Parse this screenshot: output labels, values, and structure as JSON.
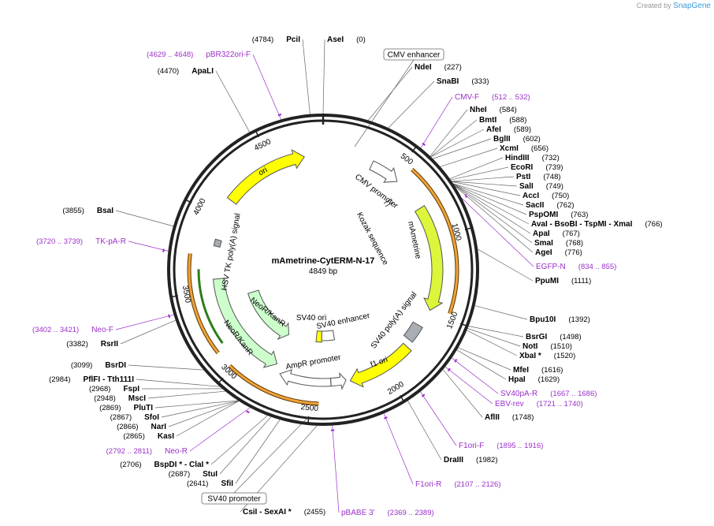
{
  "credit": {
    "prefix": "Created by",
    "brand": "SnapGene"
  },
  "plasmid": {
    "name": "mAmetrine-CytERM-N-17",
    "length_label": "4849 bp",
    "length": 4849
  },
  "ticks": [
    {
      "label": "500",
      "pos": 500
    },
    {
      "label": "1000",
      "pos": 1000
    },
    {
      "label": "1500",
      "pos": 1500
    },
    {
      "label": "2000",
      "pos": 2000
    },
    {
      "label": "2500",
      "pos": 2500
    },
    {
      "label": "3000",
      "pos": 3000
    },
    {
      "label": "3500",
      "pos": 3500
    },
    {
      "label": "4000",
      "pos": 4000
    },
    {
      "label": "4500",
      "pos": 4500
    }
  ],
  "sites": [
    {
      "name": "AseI",
      "pos_label": "(0)",
      "pos": 0
    },
    {
      "name": "PciI",
      "pos_label": "(4784)",
      "pos": 4784
    },
    {
      "name": "NdeI",
      "pos_label": "(227)",
      "pos": 227
    },
    {
      "name": "SnaBI",
      "pos_label": "(333)",
      "pos": 333
    },
    {
      "name": "NheI",
      "pos_label": "(584)",
      "pos": 584
    },
    {
      "name": "BmtI",
      "pos_label": "(588)",
      "pos": 588
    },
    {
      "name": "AfeI",
      "pos_label": "(589)",
      "pos": 589
    },
    {
      "name": "BglII",
      "pos_label": "(602)",
      "pos": 602
    },
    {
      "name": "XcmI",
      "pos_label": "(656)",
      "pos": 656
    },
    {
      "name": "HindIII",
      "pos_label": "(732)",
      "pos": 732
    },
    {
      "name": "EcoRI",
      "pos_label": "(739)",
      "pos": 739
    },
    {
      "name": "PstI",
      "pos_label": "(748)",
      "pos": 748
    },
    {
      "name": "SalI",
      "pos_label": "(749)",
      "pos": 749
    },
    {
      "name": "AccI",
      "pos_label": "(750)",
      "pos": 750
    },
    {
      "name": "SacII",
      "pos_label": "(762)",
      "pos": 762
    },
    {
      "name": "PspOMI",
      "pos_label": "(763)",
      "pos": 763
    },
    {
      "name": "AvaI - BsoBI - TspMI - XmaI",
      "pos_label": "(766)",
      "pos": 766
    },
    {
      "name": "ApaI",
      "pos_label": "(767)",
      "pos": 767
    },
    {
      "name": "SmaI",
      "pos_label": "(768)",
      "pos": 768
    },
    {
      "name": "AgeI",
      "pos_label": "(776)",
      "pos": 776
    },
    {
      "name": "PpuMI",
      "pos_label": "(1111)",
      "pos": 1111
    },
    {
      "name": "Bpu10I",
      "pos_label": "(1392)",
      "pos": 1392
    },
    {
      "name": "BsrGI",
      "pos_label": "(1498)",
      "pos": 1498
    },
    {
      "name": "NotI",
      "pos_label": "(1510)",
      "pos": 1510
    },
    {
      "name": "XbaI *",
      "pos_label": "(1520)",
      "pos": 1520
    },
    {
      "name": "MfeI",
      "pos_label": "(1616)",
      "pos": 1616
    },
    {
      "name": "HpaI",
      "pos_label": "(1629)",
      "pos": 1629
    },
    {
      "name": "AflII",
      "pos_label": "(1748)",
      "pos": 1748
    },
    {
      "name": "DraIII",
      "pos_label": "(1982)",
      "pos": 1982
    },
    {
      "name": "CsiI - SexAI *",
      "pos_label": "(2455)",
      "pos": 2455
    },
    {
      "name": "SfiI",
      "pos_label": "(2641)",
      "pos": 2641
    },
    {
      "name": "StuI",
      "pos_label": "(2687)",
      "pos": 2687
    },
    {
      "name": "BspDI * - ClaI *",
      "pos_label": "(2706)",
      "pos": 2706
    },
    {
      "name": "KasI",
      "pos_label": "(2865)",
      "pos": 2865
    },
    {
      "name": "NarI",
      "pos_label": "(2866)",
      "pos": 2866
    },
    {
      "name": "SfoI",
      "pos_label": "(2867)",
      "pos": 2867
    },
    {
      "name": "PluTI",
      "pos_label": "(2869)",
      "pos": 2869
    },
    {
      "name": "MscI",
      "pos_label": "(2948)",
      "pos": 2948
    },
    {
      "name": "FspI",
      "pos_label": "(2968)",
      "pos": 2968
    },
    {
      "name": "PflFI - Tth111I",
      "pos_label": "(2984)",
      "pos": 2984
    },
    {
      "name": "BsrDI",
      "pos_label": "(3099)",
      "pos": 3099
    },
    {
      "name": "RsrII",
      "pos_label": "(3382)",
      "pos": 3382
    },
    {
      "name": "BsaI",
      "pos_label": "(3855)",
      "pos": 3855
    },
    {
      "name": "ApaLI",
      "pos_label": "(4470)",
      "pos": 4470
    }
  ],
  "primers": [
    {
      "name": "CMV-F",
      "range": "(512 .. 532)",
      "pos": 522
    },
    {
      "name": "EGFP-N",
      "range": "(834 .. 855)",
      "pos": 845
    },
    {
      "name": "SV40pA-R",
      "range": "(1667 .. 1686)",
      "pos": 1676
    },
    {
      "name": "EBV-rev",
      "range": "(1721 .. 1740)",
      "pos": 1730
    },
    {
      "name": "F1ori-F",
      "range": "(1895 .. 1916)",
      "pos": 1905
    },
    {
      "name": "F1ori-R",
      "range": "(2107 .. 2126)",
      "pos": 2116
    },
    {
      "name": "pBABE 3'",
      "range": "(2369 .. 2389)",
      "pos": 2379
    },
    {
      "name": "Neo-R",
      "range": "(2792 .. 2811)",
      "pos": 2801
    },
    {
      "name": "Neo-F",
      "range": "(3402 .. 3421)",
      "pos": 3411
    },
    {
      "name": "TK-pA-R",
      "range": "(3720 .. 3739)",
      "pos": 3729
    },
    {
      "name": "pBR322ori-F",
      "range": "(4629 .. 4648)",
      "pos": 4638
    }
  ],
  "boxed_labels": [
    {
      "name": "CMV enhancer"
    },
    {
      "name": "SV40 promoter"
    }
  ],
  "features": [
    {
      "name": "CMV promoter",
      "start": 335,
      "end": 539,
      "color": "#ffffff",
      "dir": 1
    },
    {
      "name": "CMV enhancer",
      "start": 0,
      "end": 334,
      "color": "#ffffff",
      "dir": 1
    },
    {
      "name": "mAmetrine",
      "start": 777,
      "end": 1493,
      "color": "#ddf53a",
      "dir": 1
    },
    {
      "name": "SV40 poly(A) signal",
      "start": 1618,
      "end": 1739,
      "color": "#a8aeb3",
      "dir": 0
    },
    {
      "name": "f1 ori",
      "start": 1785,
      "end": 2240,
      "color": "#ffff00",
      "dir": 1
    },
    {
      "name": "AmpR promoter",
      "start": 2267,
      "end": 2371,
      "color": "#ffffff",
      "dir": -1
    },
    {
      "name": "SV40 promoter",
      "start": 2372,
      "end": 2729,
      "color": "#ffffff",
      "dir": 1
    },
    {
      "name": "NeoR/KanR",
      "start": 2776,
      "end": 3570,
      "color": "#ccffcc",
      "dir": -1
    },
    {
      "name": "HSV TK poly(A) signal",
      "start": 3803,
      "end": 3850,
      "color": "#a8aeb3",
      "dir": 0
    },
    {
      "name": "ori",
      "start": 4134,
      "end": 4722,
      "color": "#ffff00",
      "dir": 1
    }
  ],
  "inner_labels": [
    {
      "text": "CMV promoter"
    },
    {
      "text": "Kozak sequence"
    },
    {
      "text": "mAmetrine"
    },
    {
      "text": "SV40 poly(A) signal"
    },
    {
      "text": "f1 ori"
    },
    {
      "text": "AmpR promoter"
    },
    {
      "text": "SV40 ori"
    },
    {
      "text": "SV40 enhancer"
    },
    {
      "text": "NeoR/KanR"
    },
    {
      "text": "NeoR/KanR"
    },
    {
      "text": "HSV TK poly(A) signal"
    },
    {
      "text": "ori"
    }
  ],
  "colors": {
    "backbone": "#222222",
    "primer": "#9b30c9",
    "orf": "#f0a23a"
  }
}
